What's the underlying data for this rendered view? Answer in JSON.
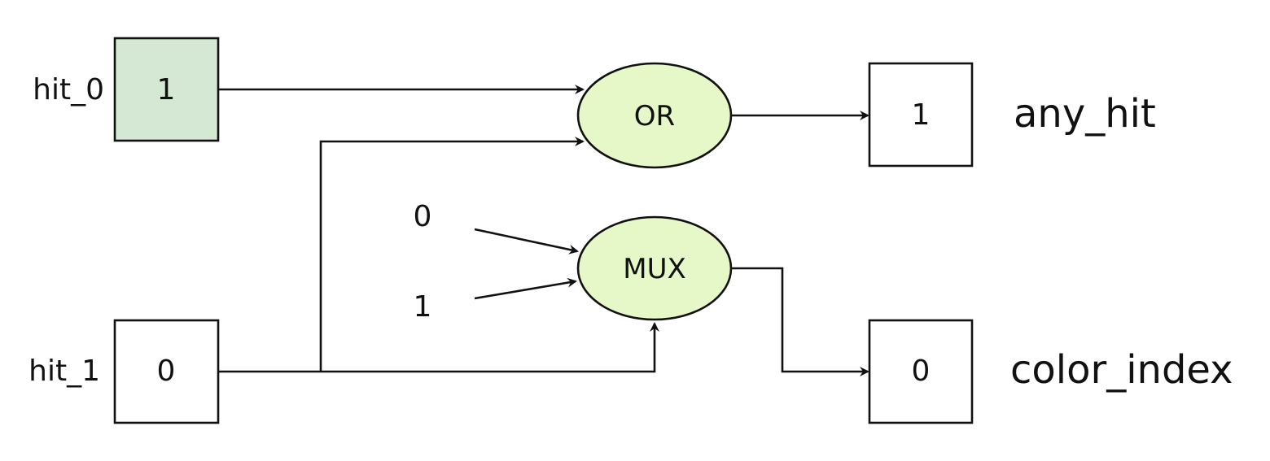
{
  "inputs": {
    "hit_0": {
      "label": "hit_0",
      "value": "1",
      "highlighted": true
    },
    "hit_1": {
      "label": "hit_1",
      "value": "0",
      "highlighted": false
    }
  },
  "gates": {
    "or": {
      "label": "OR"
    },
    "mux": {
      "label": "MUX"
    }
  },
  "constants": {
    "zero": "0",
    "one": "1"
  },
  "outputs": {
    "any_hit": {
      "label": "any_hit",
      "value": "1"
    },
    "color_index": {
      "label": "color_index",
      "value": "0"
    }
  },
  "colors": {
    "highlight_fill": "#d5e8d4",
    "gate_fill": "#e6f7c8",
    "line": "#111111",
    "box_fill": "#ffffff"
  }
}
